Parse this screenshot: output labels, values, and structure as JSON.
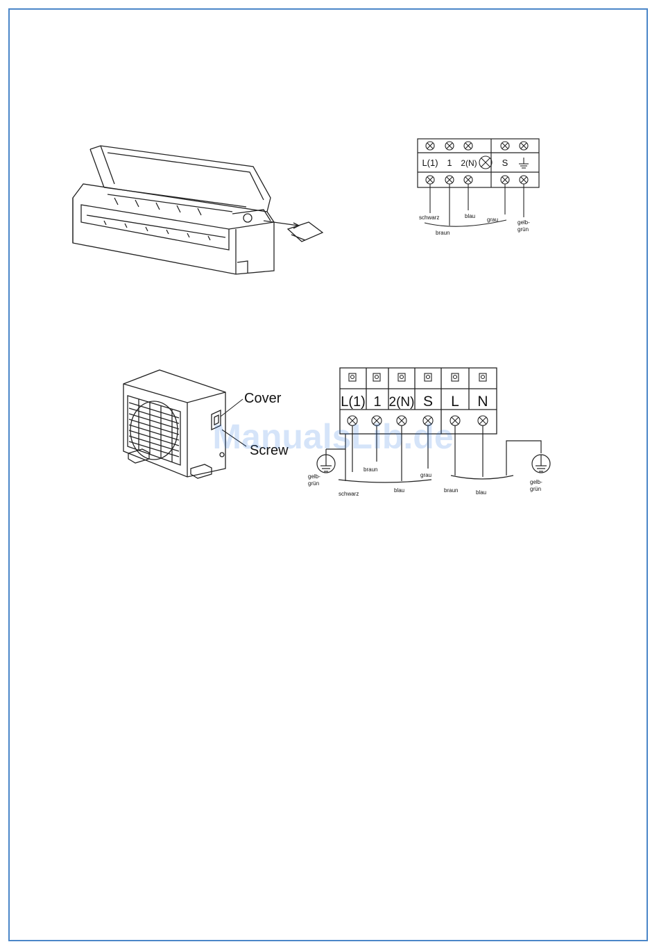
{
  "indoor_terminal": {
    "terminals": [
      "L(1)",
      "1",
      "2(N)",
      "S"
    ],
    "wires": [
      "schwarz",
      "braun",
      "blau",
      "grau",
      "gelb-",
      "grün"
    ]
  },
  "outdoor": {
    "cover_label": "Cover",
    "screw_label": "Screw"
  },
  "outdoor_terminal": {
    "terminals": [
      "L(1)",
      "1",
      "2(N)",
      "S",
      "L",
      "N"
    ],
    "ground_left": [
      "gelb-",
      "grün"
    ],
    "ground_right": [
      "gelb-",
      "grün"
    ],
    "wires": [
      "braun",
      "grau",
      "schwarz",
      "blau",
      "braun",
      "blau"
    ]
  },
  "watermark": "ManualsLib.de",
  "colors": {
    "frame": "#4a86c8",
    "watermark": "#1e6fe0"
  }
}
